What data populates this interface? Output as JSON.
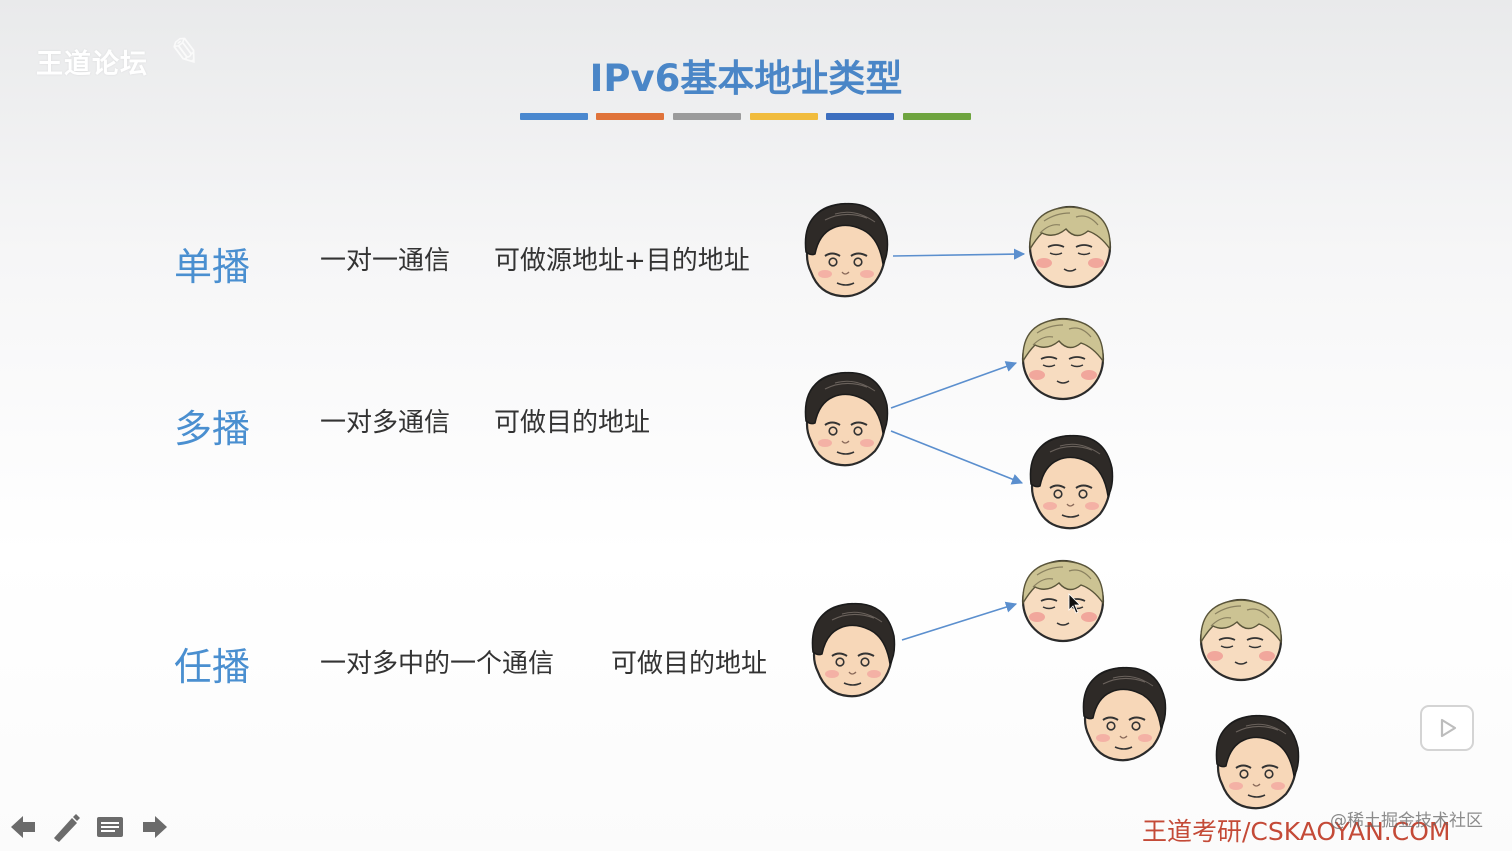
{
  "watermark": {
    "text": "王道论坛"
  },
  "slide": {
    "title": "IPv6基本地址类型",
    "bar_colors": [
      "#4a88cf",
      "#e0733a",
      "#9b9b9b",
      "#f1bc3d",
      "#3d6fbf",
      "#6ea43f"
    ],
    "rows": [
      {
        "label": "单播",
        "desc1": "一对一通信",
        "desc2": "可做源地址+目的地址"
      },
      {
        "label": "多播",
        "desc1": "一对多通信",
        "desc2": "可做目的地址"
      },
      {
        "label": "任播",
        "desc1": "一对多中的一个通信",
        "desc2": "可做目的地址"
      }
    ]
  },
  "player": {
    "toolbar": [
      {
        "icon": "arrow-left-icon"
      },
      {
        "icon": "pen-icon"
      },
      {
        "icon": "notes-icon"
      },
      {
        "icon": "arrow-right-icon"
      }
    ],
    "play_icon": "play-icon"
  },
  "footer": {
    "brand": "王道考研/CSKAOYAN.COM",
    "platform_watermark": "@稀土掘金技术社区"
  },
  "colors": {
    "title": "#4a86c7",
    "label": "#4a8fd0",
    "brand": "#c44a37",
    "arrow": "#5b8fce"
  }
}
